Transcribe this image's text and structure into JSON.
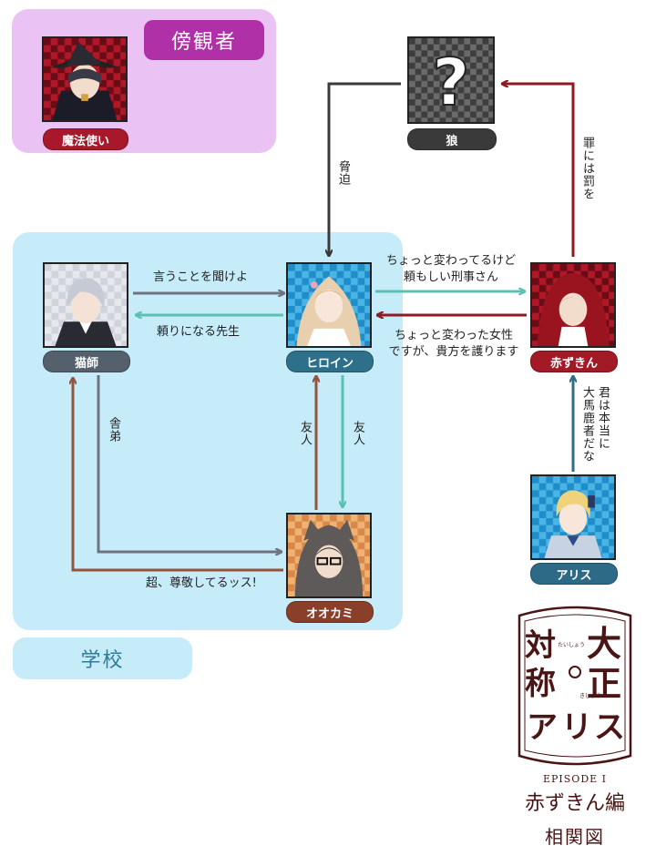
{
  "groups": {
    "bystander": "傍観者",
    "school": "学校"
  },
  "characters": {
    "magician": {
      "name": "魔法使い",
      "tag_color": "#a7182a"
    },
    "unknown": {
      "name": "狼",
      "tag_color": "#3a3a3a",
      "symbol": "?"
    },
    "teacher": {
      "name": "猫師",
      "tag_color": "#54606c"
    },
    "heroine": {
      "name": "ヒロイン",
      "tag_color": "#2e6f8a"
    },
    "akazukin": {
      "name": "赤ずきん",
      "tag_color": "#a11a26"
    },
    "alice": {
      "name": "アリス",
      "tag_color": "#2c6a86"
    },
    "ookami": {
      "name": "オオカミ",
      "tag_color": "#8a3f2b"
    }
  },
  "relations": {
    "unknown_to_heroine": "脅迫",
    "akazukin_to_unknown": "罪には罰を",
    "teacher_to_heroine": "言うことを聞けよ",
    "heroine_to_teacher": "頼りになる先生",
    "heroine_to_akazukin": [
      "ちょっと変わってるけど",
      "頼もしい刑事さん"
    ],
    "akazukin_to_heroine": [
      "ちょっと変わった女性",
      "ですが、貴方を護ります"
    ],
    "alice_to_akazukin": [
      "君は本当に",
      "大馬鹿者だな"
    ],
    "teacher_to_ookami": "舎弟",
    "heroine_to_ookami": "友人",
    "ookami_to_heroine": "友人",
    "ookami_to_teacher": "超、尊敬してるッス!"
  },
  "logo": {
    "title_chars": [
      "対",
      "称",
      "大",
      "正",
      "ア",
      "リ",
      "ス"
    ],
    "ruby_left": "たいしょう",
    "ruby_right": "きしょう",
    "episode": "EPISODE I",
    "chapter": "赤ずきん編",
    "subtitle": "相関図"
  },
  "colors": {
    "bystander_bg": "#eac2f4",
    "bystander_label": "#b030a8",
    "school_bg": "#c6ecfa",
    "arrow_dark": "#3a3a3a",
    "arrow_red": "#8e1a22",
    "arrow_teal": "#5cc0b4",
    "arrow_gray": "#6e7282",
    "arrow_brown": "#93533d",
    "arrow_blue": "#2f6e85",
    "logo_brown": "#4a1515"
  }
}
